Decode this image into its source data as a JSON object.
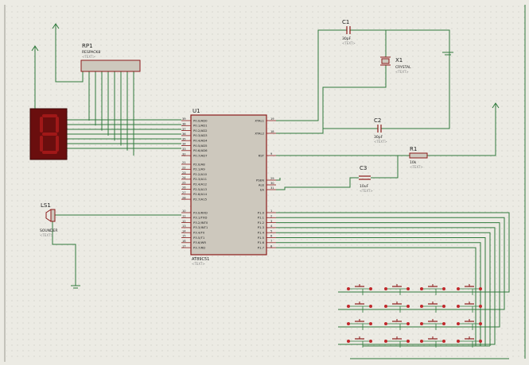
{
  "colors": {
    "background": "#e6e5de",
    "sheet": "#f6f5ef",
    "grid_dot": "#bdbbb0",
    "wire": "#2f7a3c",
    "component": "#8b1a1a",
    "body_fill": "#cdc8bd",
    "label": "#1a1a1a",
    "hint": "#8a8a8a",
    "segment": "#7a0d0d",
    "button_dot": "#c0282b"
  },
  "components": {
    "rp1": {
      "ref": "RP1",
      "value": "RESPACK8",
      "hint": "<TEXT>"
    },
    "u1": {
      "ref": "U1",
      "part": "AT89C51",
      "hint": "<TEXT>",
      "left_pins": [
        {
          "num": "39",
          "name": "P0.0/AD0"
        },
        {
          "num": "38",
          "name": "P0.1/AD1"
        },
        {
          "num": "37",
          "name": "P0.2/AD2"
        },
        {
          "num": "36",
          "name": "P0.3/AD3"
        },
        {
          "num": "35",
          "name": "P0.4/AD4"
        },
        {
          "num": "34",
          "name": "P0.5/AD5"
        },
        {
          "num": "33",
          "name": "P0.6/AD6"
        },
        {
          "num": "32",
          "name": "P0.7/AD7"
        },
        {
          "num": "21",
          "name": "P2.0/A8"
        },
        {
          "num": "22",
          "name": "P2.1/A9"
        },
        {
          "num": "23",
          "name": "P2.2/A10"
        },
        {
          "num": "24",
          "name": "P2.3/A11"
        },
        {
          "num": "25",
          "name": "P2.4/A12"
        },
        {
          "num": "26",
          "name": "P2.5/A13"
        },
        {
          "num": "27",
          "name": "P2.6/A14"
        },
        {
          "num": "28",
          "name": "P2.7/A15"
        },
        {
          "num": "10",
          "name": "P3.0/RXD"
        },
        {
          "num": "11",
          "name": "P3.1/TXD"
        },
        {
          "num": "12",
          "name": "P3.2/INT0"
        },
        {
          "num": "13",
          "name": "P3.3/INT1"
        },
        {
          "num": "14",
          "name": "P3.4/T0"
        },
        {
          "num": "15",
          "name": "P3.5/T1"
        },
        {
          "num": "16",
          "name": "P3.6/WR"
        },
        {
          "num": "17",
          "name": "P3.7/RD"
        }
      ],
      "right_pins": [
        {
          "num": "19",
          "name": "XTAL1"
        },
        {
          "num": "18",
          "name": "XTAL2"
        },
        {
          "num": "9",
          "name": "RST"
        },
        {
          "num": "29",
          "name": "PSEN"
        },
        {
          "num": "30",
          "name": "ALE"
        },
        {
          "num": "31",
          "name": "EA"
        },
        {
          "num": "1",
          "name": "P1.0"
        },
        {
          "num": "2",
          "name": "P1.1"
        },
        {
          "num": "3",
          "name": "P1.2"
        },
        {
          "num": "4",
          "name": "P1.3"
        },
        {
          "num": "5",
          "name": "P1.4"
        },
        {
          "num": "6",
          "name": "P1.5"
        },
        {
          "num": "7",
          "name": "P1.6"
        },
        {
          "num": "8",
          "name": "P1.7"
        }
      ]
    },
    "c1": {
      "ref": "C1",
      "value": "30pF",
      "hint": "<TEXT>"
    },
    "x1": {
      "ref": "X1",
      "value": "CRYSTAL",
      "hint": "<TEXT>"
    },
    "c2": {
      "ref": "C2",
      "value": "30pF",
      "hint": "<TEXT>"
    },
    "r1": {
      "ref": "R1",
      "value": "10k",
      "hint": "<TEXT>"
    },
    "c3": {
      "ref": "C3",
      "value": "10uF",
      "hint": "<TEXT>"
    },
    "ls1": {
      "ref": "LS1",
      "value": "SOUNDER",
      "hint": "<TEXT>"
    },
    "display": {
      "name": "7-segment display"
    },
    "keypad": {
      "rows": 4,
      "cols": 4
    }
  }
}
